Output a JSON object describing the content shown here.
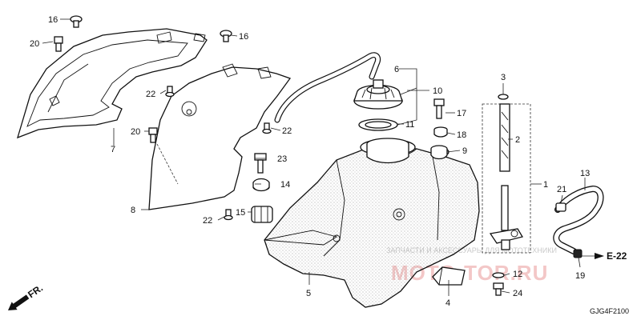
{
  "diagram": {
    "diagram_code": "GJG4F2100",
    "direction_label": "FR.",
    "ref_label": "E-22",
    "watermark": {
      "text": "ЗАПЧАСТИ И АКСЕССУАРЫ ДЛЯ МОТОТЕХНИКИ",
      "logo": "MOTO-TOR.RU"
    },
    "callouts": {
      "c1": "1",
      "c2": "2",
      "c3": "3",
      "c4": "4",
      "c5": "5",
      "c6": "6",
      "c7": "7",
      "c8": "8",
      "c9": "9",
      "c10": "10",
      "c11": "11",
      "c12": "12",
      "c13": "13",
      "c14": "14",
      "c15": "15",
      "c16a": "16",
      "c16b": "16",
      "c17": "17",
      "c18": "18",
      "c19": "19",
      "c20a": "20",
      "c20b": "20",
      "c21": "21",
      "c22a": "22",
      "c22b": "22",
      "c22c": "22",
      "c23": "23",
      "c24": "24"
    }
  },
  "colors": {
    "line": "#111111",
    "watermark_text": "#c9c9c9",
    "watermark_logo": "#f3c7c7"
  }
}
